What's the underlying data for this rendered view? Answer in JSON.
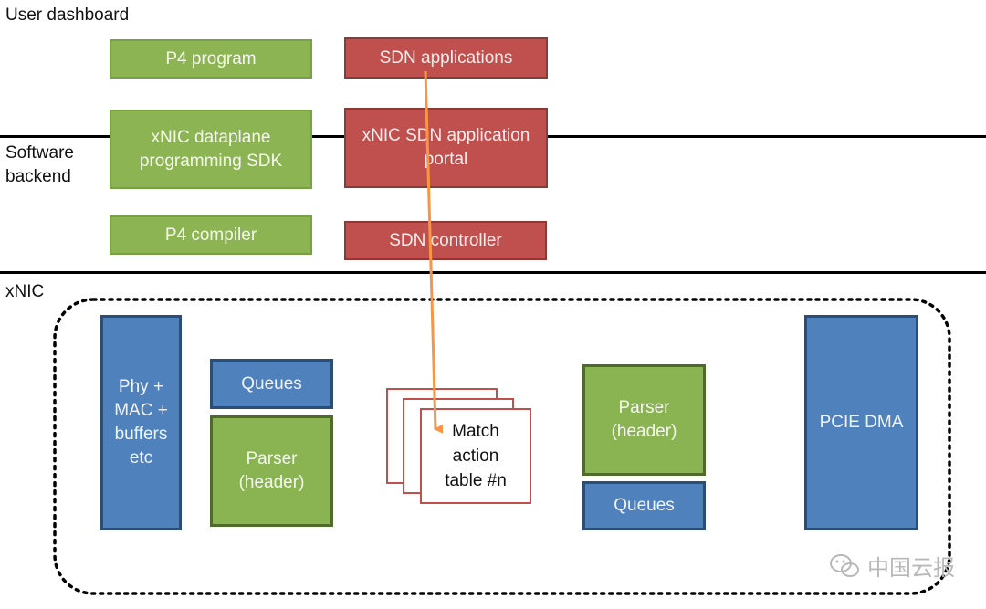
{
  "layers": {
    "user_dashboard": "User dashboard",
    "software_backend": "Software\nbackend",
    "xnic": "xNIC"
  },
  "user_dashboard": {
    "p4_program": "P4 program",
    "sdn_applications": "SDN applications"
  },
  "software_backend": {
    "sdk": "xNIC dataplane\nprogramming SDK",
    "portal": "xNIC  SDN application\nportal",
    "p4_compiler": "P4 compiler",
    "sdn_controller": "SDN controller"
  },
  "xnic": {
    "phy_mac": "Phy +\nMAC +\nbuffers\netc",
    "queues_left": "Queues",
    "parser_left": "Parser\n(header)",
    "match_action": "Match\naction\ntable #n",
    "parser_right": "Parser\n(header)",
    "queues_right": "Queues",
    "pcie_dma": "PCIE DMA"
  },
  "watermark": "中国云报",
  "colors": {
    "green": "#8cb453",
    "red": "#c0504d",
    "blue": "#4f81bd",
    "arrow": "#f79646"
  }
}
